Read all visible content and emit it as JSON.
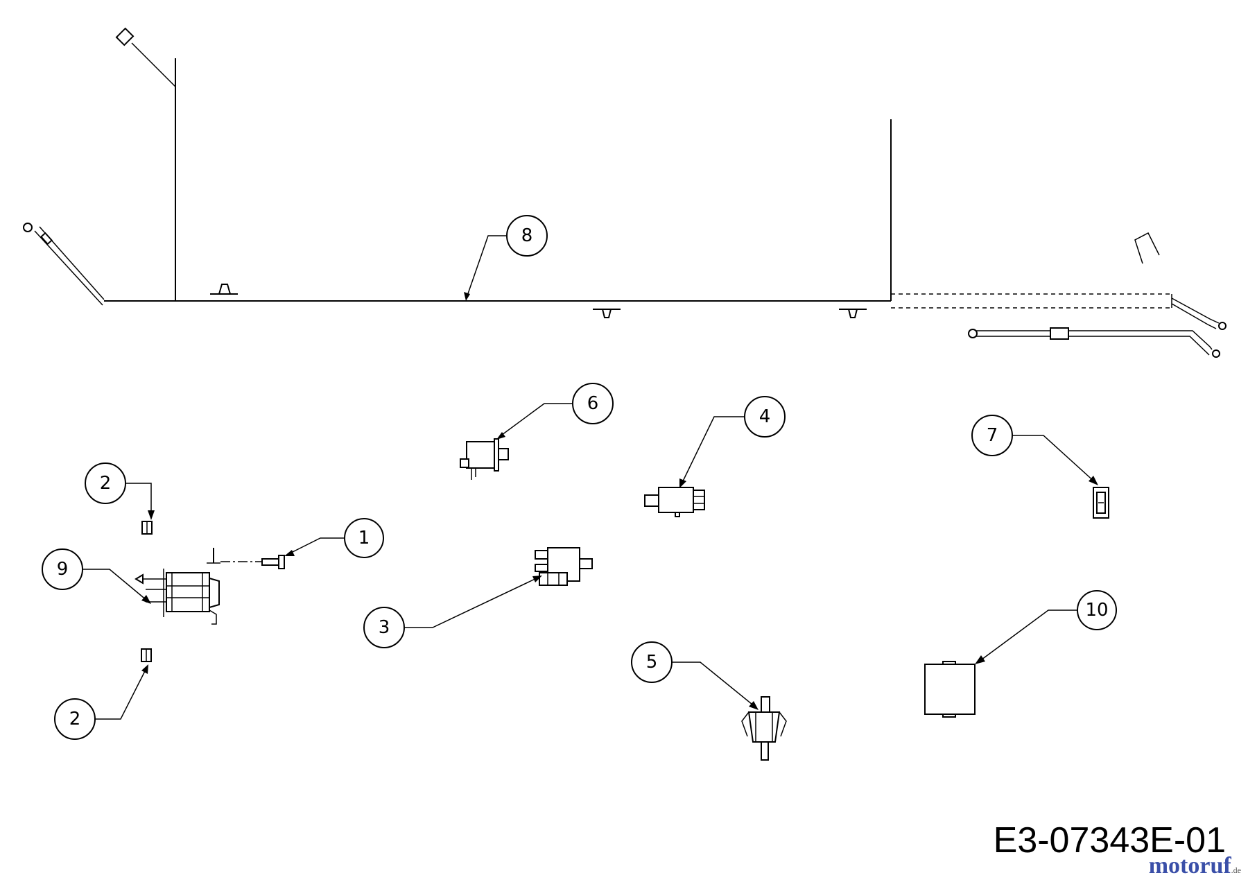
{
  "drawing_number": "E3-07343E-01",
  "watermark": {
    "brand": "motoruf",
    "tld": ".de"
  },
  "callouts": [
    "1",
    "2",
    "2",
    "3",
    "4",
    "5",
    "6",
    "7",
    "8",
    "9",
    "10"
  ]
}
